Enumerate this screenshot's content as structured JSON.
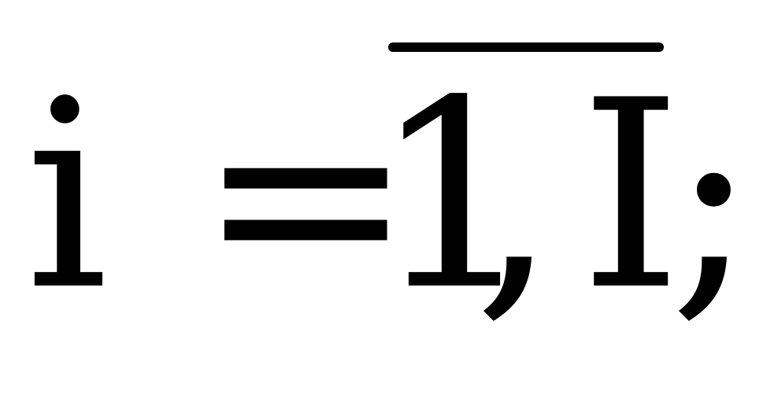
{
  "formula": {
    "variable": "i",
    "equals": "=",
    "start": "1",
    "separator": ",",
    "end": "I",
    "terminator": ";"
  },
  "colors": {
    "text": "#000000",
    "background": "#ffffff"
  }
}
